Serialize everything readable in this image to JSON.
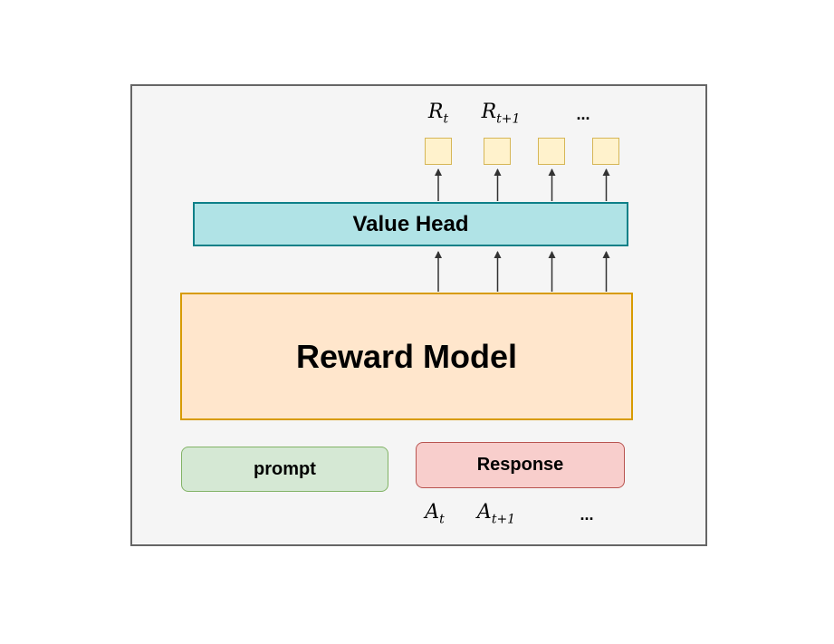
{
  "diagram": {
    "title_semantics": "reward-model-with-value-head",
    "top_outputs": {
      "labels": [
        {
          "base": "R",
          "sub": "t"
        },
        {
          "base": "R",
          "sub": "t+1"
        },
        {
          "base": "...",
          "sub": ""
        }
      ],
      "token_slots_count": 4
    },
    "value_head": {
      "label": "Value Head"
    },
    "reward_model": {
      "label": "Reward Model"
    },
    "prompt_box": {
      "label": "prompt"
    },
    "response_box": {
      "label": "Response"
    },
    "bottom_inputs": {
      "labels": [
        {
          "base": "A",
          "sub": "t"
        },
        {
          "base": "A",
          "sub": "t+1"
        },
        {
          "base": "...",
          "sub": ""
        }
      ]
    }
  },
  "colors": {
    "frame_fill": "#F5F5F5",
    "frame_border": "#666666",
    "token_fill": "#FFF2CC",
    "token_border": "#D6B656",
    "value_head_fill": "#B0E3E6",
    "value_head_border": "#0E8088",
    "reward_fill": "#FFE6CC",
    "reward_border": "#D79B00",
    "prompt_fill": "#D5E8D4",
    "prompt_border": "#82B366",
    "response_fill": "#F8CECC",
    "response_border": "#B85450",
    "arrow": "#333333",
    "text": "#000000"
  }
}
